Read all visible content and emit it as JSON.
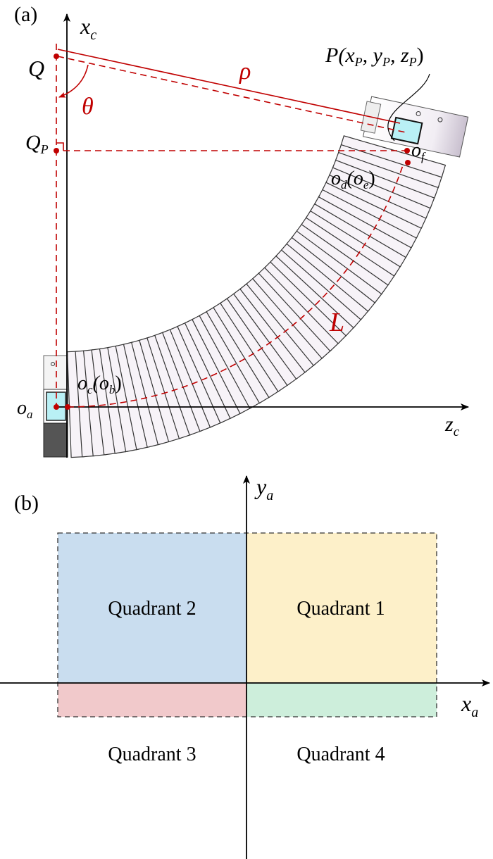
{
  "panel_a": {
    "label": "(a)",
    "axis_x": "x",
    "axis_x_sub": "c",
    "axis_z": "z",
    "axis_z_sub": "c",
    "point_Q": "Q",
    "point_QP": "Q",
    "point_QP_sub": "P",
    "theta": "θ",
    "rho": "ρ",
    "arc_length": "L",
    "point_P": "P(x",
    "point_P_parts": [
      "P(x",
      "P",
      ",  y",
      "P",
      ",  z",
      "P",
      ")"
    ],
    "oa": "o",
    "oa_sub": "a",
    "oc": "o",
    "oc_sub": "c",
    "ob_open": "(o",
    "ob_sub": "b",
    "close": ")",
    "od": "o",
    "od_sub": "d",
    "oe_open": "(o",
    "oe_sub": "e",
    "of": "o",
    "of_sub": "f"
  },
  "panel_b": {
    "label": "(b)",
    "axis_y": "y",
    "axis_y_sub": "a",
    "axis_x": "x",
    "axis_x_sub": "a",
    "quadrants": [
      {
        "label": "Quadrant 1",
        "color": "#fdf0c9"
      },
      {
        "label": "Quadrant 2",
        "color": "#c9ddef"
      },
      {
        "label": "Quadrant 3",
        "color": "#f1c9cb"
      },
      {
        "label": "Quadrant 4",
        "color": "#cdeedb"
      }
    ]
  },
  "colors": {
    "annotation": "#c00000",
    "axis": "#000000",
    "module": "#b9f0f5"
  }
}
